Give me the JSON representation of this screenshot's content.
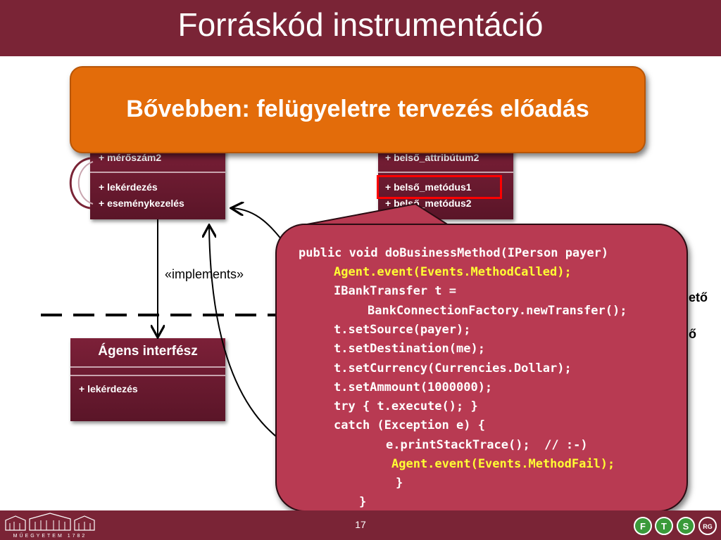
{
  "slide": {
    "title": "Forráskód instrumentáció",
    "page_number": "17",
    "footer_logo_text": "MŰEGYETEM 1782"
  },
  "callout": {
    "text": "Bővebben: felügyeletre tervezés előadás"
  },
  "left_class": {
    "attribute": "+ mérőszám2",
    "methods": [
      "+ lekérdezés",
      "+ eseménykezelés"
    ]
  },
  "right_class": {
    "attribute": "+ belső_attribútum2",
    "methods": [
      "+ belső_metódus1",
      "+ belső_metódus2"
    ]
  },
  "agent_interface": {
    "title": "Ágens interfész",
    "methods": [
      "+ lekérdezés"
    ]
  },
  "implements_label": "«implements»",
  "side_fragments": [
    "ető",
    "ő"
  ],
  "code": [
    {
      "text": "public void doBusinessMethod(IPerson payer)",
      "highlight": false
    },
    {
      "text": "Agent.event(Events.MethodCalled);",
      "highlight": true
    },
    {
      "text": "IBankTransfer t =",
      "highlight": false
    },
    {
      "text": "BankConnectionFactory.newTransfer();",
      "highlight": false
    },
    {
      "text": "t.setSource(payer);",
      "highlight": false
    },
    {
      "text": "t.setDestination(me);",
      "highlight": false
    },
    {
      "text": "t.setCurrency(Currencies.Dollar);",
      "highlight": false
    },
    {
      "text": "t.setAmmount(1000000);",
      "highlight": false
    },
    {
      "text": "try { t.execute(); }",
      "highlight": false
    },
    {
      "text": "catch (Exception e) {",
      "highlight": false
    },
    {
      "text": "e.printStackTrace();  // :-)",
      "highlight": false
    },
    {
      "text": "Agent.event(Events.MethodFail);",
      "highlight": true
    },
    {
      "text": "}",
      "highlight": false
    },
    {
      "text": "}",
      "highlight": false
    }
  ],
  "colors": {
    "title_bar": "#7a2436",
    "callout": "#e36c0a",
    "code_box": "#b83a52",
    "code_highlight": "#ffff33",
    "highlight_border": "#ff0000"
  }
}
